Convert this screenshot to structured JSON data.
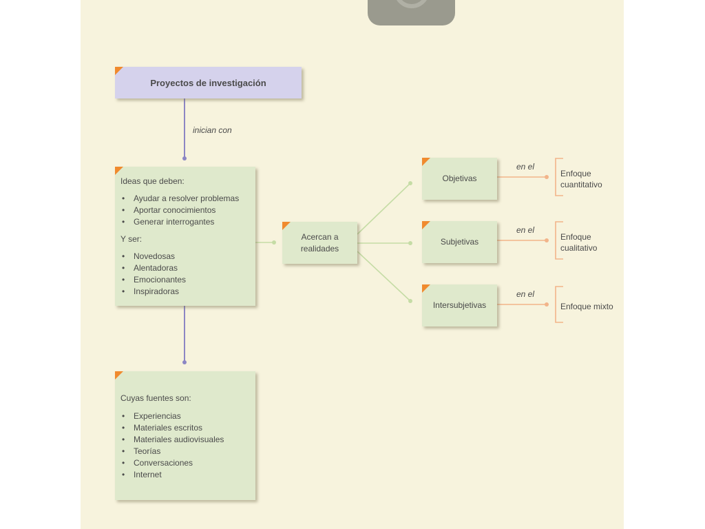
{
  "diagram": {
    "root": {
      "label": "Proyectos de investigación"
    },
    "connector_inician": "inician con",
    "ideas": {
      "heading": "Ideas que deben:",
      "items": [
        "Ayudar a resolver problemas",
        "Aportar conocimientos",
        "Generar interrogantes"
      ],
      "heading2": "Y ser:",
      "items2": [
        "Novedosas",
        "Alentadoras",
        "Emocionantes",
        "Inspiradoras"
      ]
    },
    "fuentes": {
      "heading": "Cuyas fuentes son:",
      "items": [
        "Experiencias",
        "Materiales escritos",
        "Materiales audiovisuales",
        "Teorías",
        "Conversaciones",
        "Internet"
      ]
    },
    "acercan": {
      "line1": "Acercan a",
      "line2": "realidades"
    },
    "realidades": [
      {
        "label": "Objetivas",
        "connector": "en el",
        "enfoque_line1": "Enfoque",
        "enfoque_line2": "cuantitativo"
      },
      {
        "label": "Subjetivas",
        "connector": "en el",
        "enfoque_line1": "Enfoque",
        "enfoque_line2": "cualitativo"
      },
      {
        "label": "Intersubjetivas",
        "connector": "en el",
        "enfoque_line1": "Enfoque mixto",
        "enfoque_line2": ""
      }
    ]
  },
  "colors": {
    "page_background": "#f7f3dd",
    "box_green": "#dfe9cc",
    "box_purple": "#d5d2ec",
    "corner_orange": "#f08a2e",
    "line_purple": "#8c86c4",
    "line_green": "#c5dca5",
    "line_orange": "#f2b48a"
  }
}
